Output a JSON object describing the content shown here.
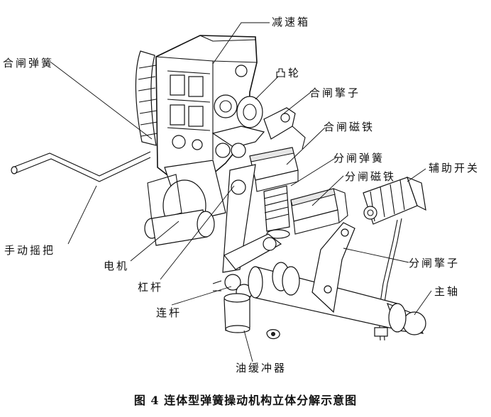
{
  "figure": {
    "caption": "图 4  连体型弹簧操动机构立体分解示意图",
    "labels": {
      "reduction_box": "减速箱",
      "closing_spring": "合闸弹簧",
      "cam": "凸轮",
      "closing_pawl": "合闸擎子",
      "closing_magnet": "合闸磁铁",
      "opening_spring": "分闸弹簧",
      "opening_magnet": "分闸磁铁",
      "aux_switch": "辅助开关",
      "hand_crank": "手动摇把",
      "motor": "电机",
      "lever": "杠杆",
      "opening_pawl": "分闸擎子",
      "main_shaft": "主轴",
      "link_rod": "连杆",
      "oil_buffer": "油缓冲器"
    }
  }
}
